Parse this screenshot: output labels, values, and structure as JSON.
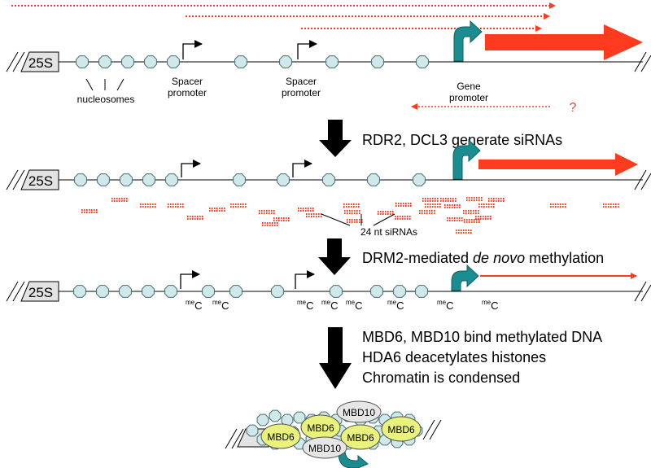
{
  "colors": {
    "transcript": "#ff3b1f",
    "nucleosome_fill": "#cfe8ea",
    "nucleosome_stroke": "#4a6f73",
    "gene_promoter_arrow": "#1b8c8f",
    "mbd6_fill": "#e9f27a",
    "mbd10_fill": "#e6e6e6",
    "stage_arrow": "#000000"
  },
  "region": {
    "label_25s": "25S"
  },
  "panel1": {
    "nucleosomes_label": "nucleosomes",
    "spacer_promoter_1": [
      "Spacer",
      "promoter"
    ],
    "spacer_promoter_2": [
      "Spacer",
      "promoter"
    ],
    "gene_promoter": [
      "Gene",
      "promoter"
    ],
    "question_mark": "?"
  },
  "steps": {
    "step1": "RDR2, DCL3 generate siRNAs",
    "step2_prefix": "DRM2-mediated ",
    "step2_italic": "de novo",
    "step2_suffix": " methylation",
    "step3_lines": [
      "MBD6, MBD10 bind methylated DNA",
      "HDA6 deacetylates histones",
      "Chromatin is condensed"
    ]
  },
  "panel2": {
    "sirna_label": "24 nt siRNAs"
  },
  "panel3": {
    "methyl_super": "me",
    "methyl_base": "C"
  },
  "panel4": {
    "mbd6": "MBD6",
    "mbd10": "MBD10"
  }
}
